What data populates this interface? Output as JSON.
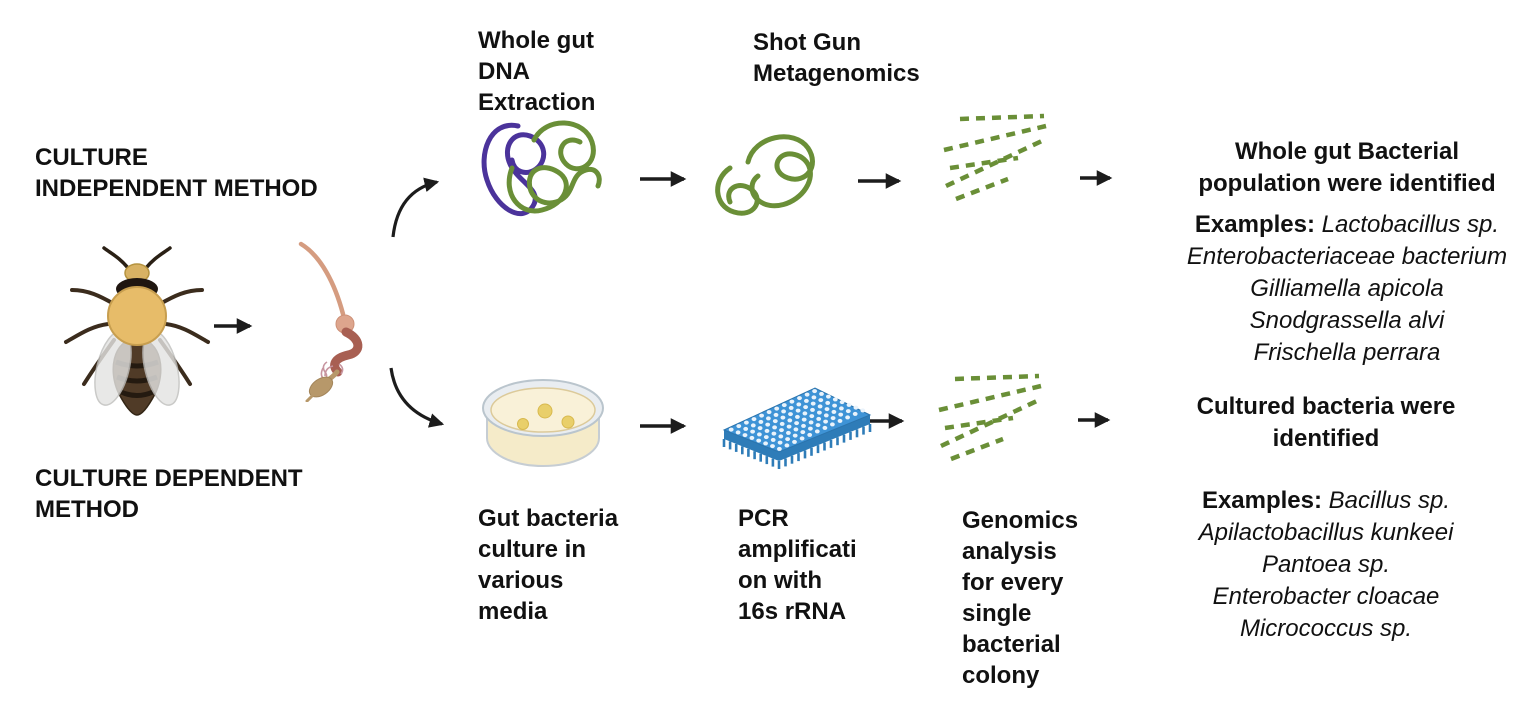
{
  "figure": {
    "description": "Workflow diagram comparing culture independent and culture dependent methods for identifying honey bee gut bacteria"
  },
  "branch_labels": {
    "independent": [
      "CULTURE",
      "INDEPENDENT METHOD"
    ],
    "dependent": [
      "CULTURE DEPENDENT",
      "METHOD"
    ]
  },
  "top_flow": {
    "step1_label": [
      "Whole gut",
      "DNA",
      "Extraction"
    ],
    "step2_label": [
      "Shot Gun",
      "Metagenomics"
    ],
    "result": {
      "title": [
        "Whole gut Bacterial",
        "population were identified"
      ],
      "examples_label": "Examples:",
      "examples_inline": "Lactobacillus sp.",
      "examples": [
        "Enterobacteriaceae bacterium",
        "Gilliamella apicola",
        "Snodgrassella alvi",
        "Frischella perrara"
      ]
    }
  },
  "bottom_flow": {
    "step1_label": [
      "Gut bacteria",
      "culture in",
      "various",
      "media"
    ],
    "step2_label": [
      "PCR",
      "amplificati",
      "on with",
      "16s rRNA"
    ],
    "step3_label": [
      "Genomics",
      "analysis",
      "for every",
      "single",
      "bacterial",
      "colony"
    ],
    "result": {
      "title": [
        "Cultured bacteria were",
        "identified"
      ],
      "examples_label": "Examples:",
      "examples_inline": "Bacillus sp.",
      "examples": [
        "Apilactobacillus kunkeei",
        "Pantoea sp.",
        "Enterobacter cloacae",
        "Micrococcus sp."
      ]
    }
  },
  "icons": {
    "bee": "honey-bee-icon",
    "gut": "bee-gut-icon",
    "dna_mixed": "dna-tangle-purple-green-icon",
    "dna_green": "dna-tangle-green-icon",
    "reads": "sequence-reads-dashed-icon",
    "petri": "petri-dish-icon",
    "plate": "pcr-96-well-plate-icon",
    "arrow": "arrow-right-icon",
    "curved_arrow": "curved-arrow-icon"
  },
  "colors": {
    "text": "#111111",
    "arrow": "#1c1c1c",
    "dna_green": "#6a8f37",
    "dna_purple": "#4b339b",
    "plate_blue": "#3e93d6",
    "plate_blue_dark": "#2e7cb8",
    "well_white": "#eaf3fb",
    "agar_cream": "#f9f1d8",
    "dish_wall": "#f5ebc9",
    "dish_rim": "#e9edf1",
    "colony_yellow": "#e9cf6a",
    "bee_thorax": "#e7bc69",
    "bee_abdomen": "#503b27",
    "gut_salmon": "#d59c80",
    "gut_midgut": "#a85f52",
    "gut_rectum": "#b7986a"
  }
}
